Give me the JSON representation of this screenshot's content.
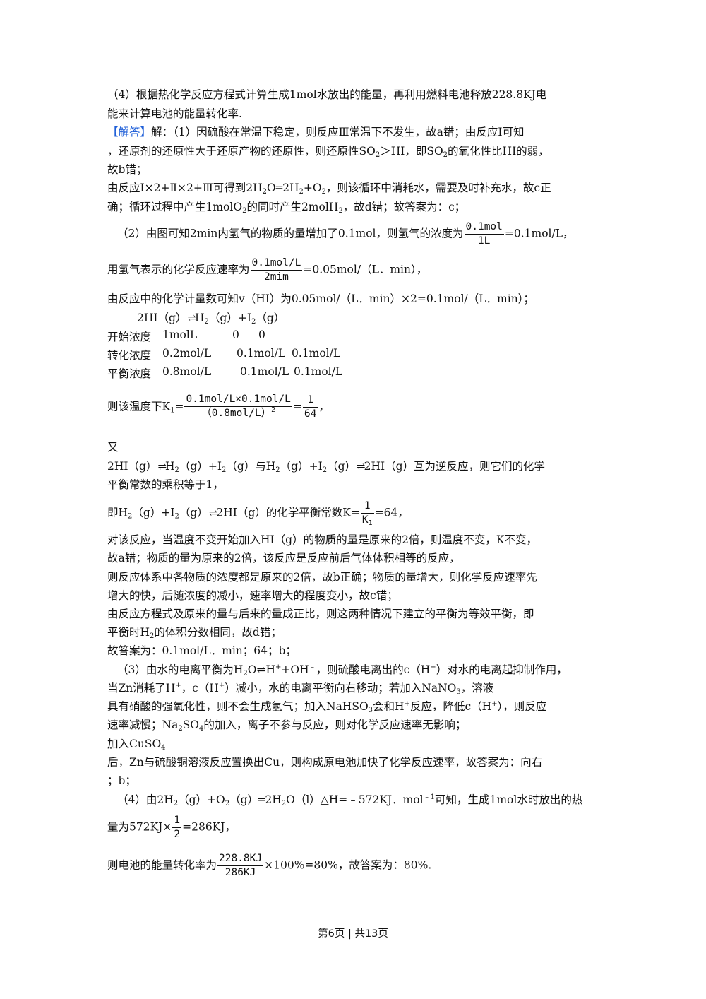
{
  "hint4": {
    "l1": "（4）根据热化学反应方程式计算生成1mol水放出的能量，再利用燃料电池释放228.8KJ电",
    "l2": "能来计算电池的能量转化率."
  },
  "answer": {
    "tag": "【解答】",
    "l1": "解：（1）因硫酸在常温下稳定，则反应Ⅲ常温下不发生，故a错；由反应Ⅰ可知",
    "l2a": "，还原剂的还原性大于还原产物的还原性，则还原性SO",
    "l2b": "＞HI，即SO",
    "l2c": "的氧化性比HI的弱，",
    "l3": "故b错；",
    "l4a": "由反应Ⅰ×2+Ⅱ×2+Ⅲ可得到2H",
    "l4b": "O═2H",
    "l4c": "+O",
    "l4d": "，则该循环中消耗水，需要及时补充水，故c正",
    "l5a": "确；循环过程中产生1molO",
    "l5b": "的同时产生2molH",
    "l5c": "，故d错；故答案为：c；",
    "p2a": "（2）由图可知2min内氢气的物质的量增加了0.1mol，则氢气的浓度为",
    "p2f_n": "0.1mol",
    "p2f_d": "1L",
    "p2b": "=0.1mol/L，",
    "p3a": "用氢气表示的化学反应速率为",
    "p3f_n": "0.1mol/L",
    "p3f_d": "2mim",
    "p3b": "=0.05mol/（L．min），",
    "p4": "由反应中的化学计量数可知v（HI）为0.05mol/（L．min）×2=0.1mol/（L．min）；",
    "eq_a": "2HI（g）",
    "eq_b": "H",
    "eq_c": "（g）+I",
    "eq_d": "（g）",
    "t_r1": [
      "开始浓度",
      "1molL",
      "0",
      "0"
    ],
    "t_r2": [
      "转化浓度",
      "0.2mol/L",
      "0.1mol/L",
      "0.1mol/L"
    ],
    "t_r3": [
      "平衡浓度",
      "0.8mol/L",
      "0.1mol/L",
      "0.1mol/L"
    ],
    "k_a": "则该温度下K",
    "k_eq": "=",
    "k_n": "0.1mol/L×0.1mol/L",
    "k_d": "（0.8mol/L）",
    "k_sup": "2",
    "k_eq2": "=",
    "k_r_n": "1",
    "k_r_d": "64",
    "k_b": "，",
    "you": "又",
    "rev_a": "2HI（g）",
    "rev_b": "H",
    "rev_c": "（g）+I",
    "rev_d": "（g）与H",
    "rev_e": "（g）+I",
    "rev_f": "（g）",
    "rev_g": "2HI（g）互为逆反应，则它们的化学",
    "rev2": "平衡常数的乘积等于1，",
    "k2_a": "即H",
    "k2_b": "（g）+I",
    "k2_c": "（g）",
    "k2_d": "2HI（g）的化学平衡常数K=",
    "k2_n": "1",
    "k2_d2": "K",
    "k2_e": "=64，",
    "q1": "对该反应，当温度不变开始加入HI（g）的物质的量是原来的2倍，则温度不变，K不变，",
    "q2": "故a错；物质的量为原来的2倍，该反应是反应前后气体体积相等的反应，",
    "q3": "则反应体系中各物质的浓度都是原来的2倍，故b正确；物质的量增大，则化学反应速率先",
    "q4": "增大的快，后随浓度的减小，速率增大的程度变小，故c错；",
    "q5": "由反应方程式及原来的量与后来的量成正比，则这两种情况下建立的平衡为等效平衡，即",
    "q6a": "平衡时H",
    "q6b": "的体积分数相同，故d错；",
    "q7": "故答案为：0.1mol/L．min；64；b；",
    "r1a": "（3）由水的电离平衡为H",
    "r1b": "O⇌H",
    "r1c": "+OH",
    "r1d": "，则硫酸电离出的c（H",
    "r1e": "）对水的电离起抑制作用，",
    "r2a": "当Zn消耗了H",
    "r2b": "，c（H",
    "r2c": "）减小，水的电离平衡向右移动；若加入NaNO",
    "r2d": "，溶液",
    "r3a": "具有硝酸的强氧化性，则不会生成氢气；加入NaHSO",
    "r3b": "会和H",
    "r3c": "反应，降低c（H",
    "r3d": "），则反应",
    "r4a": "速率减慢；Na",
    "r4b": "SO",
    "r4c": "的加入，离子不参与反应，则对化学反应速率无影响；",
    "r5a": "加入CuSO",
    "r6": "后，Zn与硫酸铜溶液反应置换出Cu，则构成原电池加快了化学反应速率，故答案为：向右",
    "r7": "；b；",
    "s1a": "（4）由2H",
    "s1b": "（g）+O",
    "s1c": "（g）═2H",
    "s1d": "O（l）△H=﹣572KJ．mol",
    "s1e": "可知，生成1mol水时放出的热",
    "s2a": "量为572KJ×",
    "s2n": "1",
    "s2d": "2",
    "s2b": "=286KJ，",
    "s3a": "则电池的能量转化率为",
    "s3n": "228.8KJ",
    "s3d": "286KJ",
    "s3b": "×100%=80%，故答案为：80%."
  },
  "footer": "第6页 | 共13页"
}
